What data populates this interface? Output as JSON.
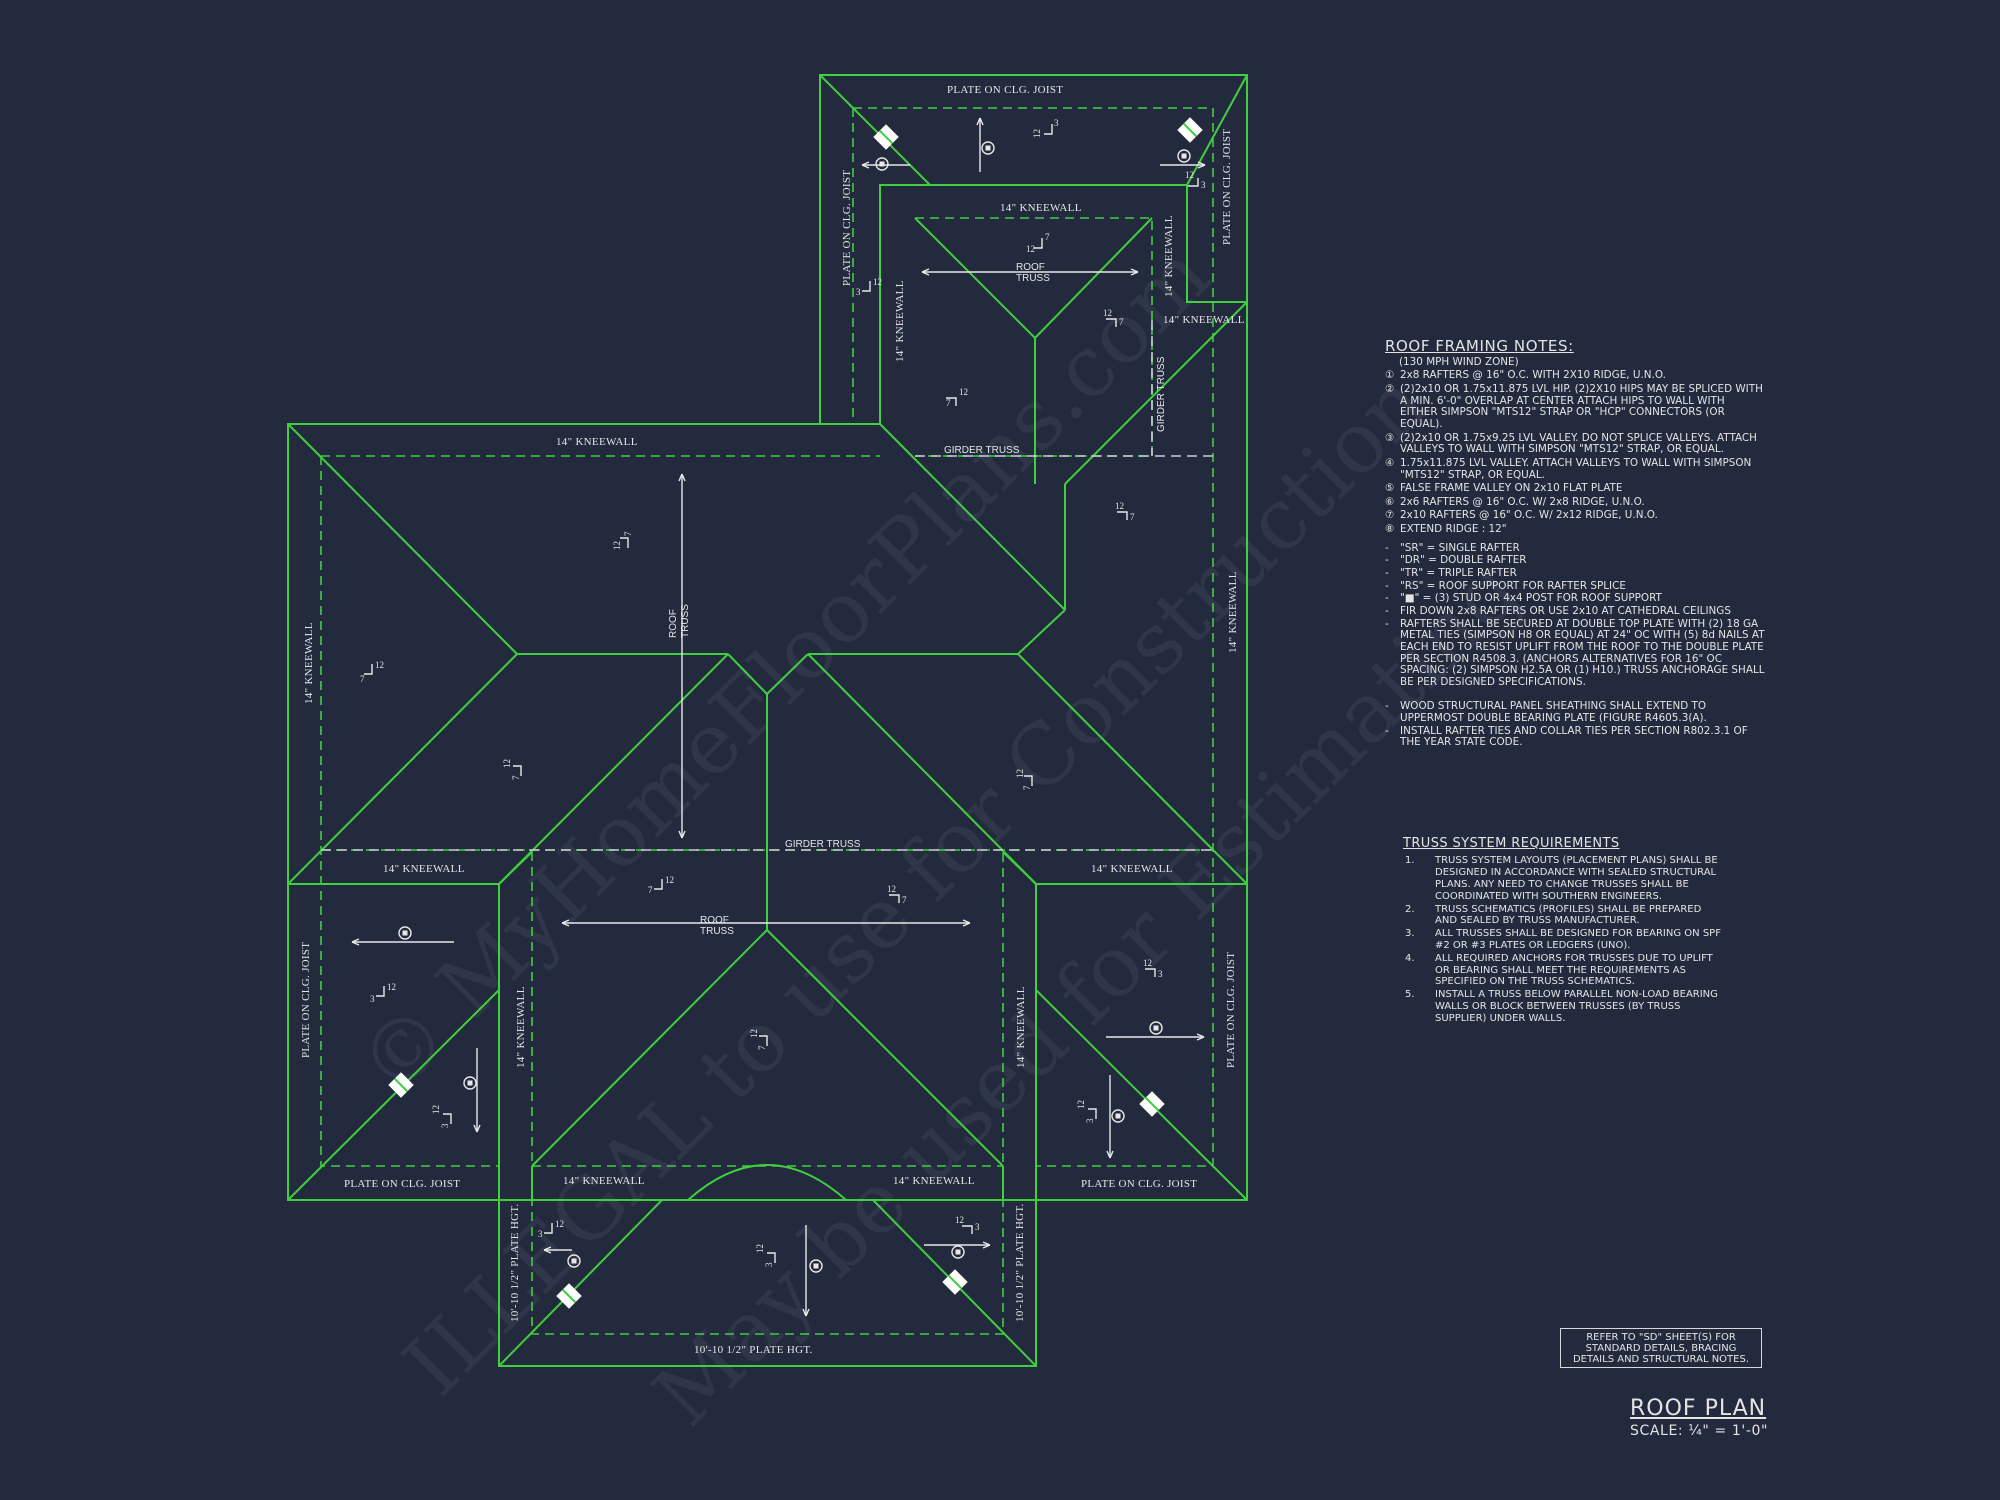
{
  "labels": {
    "plate_on_clg_joist": "PLATE ON CLG. JOIST",
    "kneewall": "14\" KNEEWALL",
    "roof_truss_line1": "ROOF",
    "roof_truss_line2": "TRUSS",
    "girder_truss": "GIRDER TRUSS",
    "plate_hgt": "10'-10 1/2\" PLATE HGT.",
    "pitch_12": "12",
    "pitch_7": "7",
    "pitch_3": "3"
  },
  "watermark": {
    "line1": "© MyHomeFloorPlans.com",
    "line2": "ILLEGAL to use for Construction",
    "line3": "May be used for Estimating"
  },
  "notes": {
    "title": "ROOF FRAMING NOTES:",
    "subtitle": "(130 MPH WIND ZONE)",
    "items": [
      {
        "num": "①",
        "text": "2x8 RAFTERS @ 16\" O.C. WITH 2X10 RIDGE, U.N.O."
      },
      {
        "num": "②",
        "text": "(2)2x10 OR 1.75x11.875 LVL HIP. (2)2X10 HIPS MAY BE SPLICED WITH A MIN. 6'-0\" OVERLAP AT CENTER ATTACH HIPS TO WALL WITH EITHER SIMPSON \"MTS12\" STRAP OR \"HCP\" CONNECTORS (OR EQUAL)."
      },
      {
        "num": "③",
        "text": "(2)2x10 OR 1.75x9.25 LVL VALLEY. DO NOT SPLICE VALLEYS. ATTACH VALLEYS TO WALL WITH SIMPSON \"MTS12\" STRAP, OR EQUAL."
      },
      {
        "num": "④",
        "text": "1.75x11.875 LVL VALLEY. ATTACH VALLEYS TO WALL WITH SIMPSON \"MTS12\" STRAP, OR EQUAL."
      },
      {
        "num": "⑤",
        "text": "FALSE FRAME VALLEY ON 2x10 FLAT PLATE"
      },
      {
        "num": "⑥",
        "text": "2x6 RAFTERS @ 16\" O.C. W/ 2x8 RIDGE, U.N.O."
      },
      {
        "num": "⑦",
        "text": "2x10 RAFTERS @ 16\" O.C. W/ 2x12 RIDGE, U.N.O."
      },
      {
        "num": "⑧",
        "text": "EXTEND RIDGE : 12\""
      }
    ],
    "defs": [
      "\"SR\" = SINGLE RAFTER",
      "\"DR\" = DOUBLE RAFTER",
      "\"TR\" = TRIPLE RAFTER",
      "\"RS\" = ROOF SUPPORT FOR RAFTER SPLICE",
      "\"■\" = (3) STUD OR 4x4 POST FOR ROOF SUPPORT",
      "FIR DOWN 2x8 RAFTERS OR USE 2x10 AT CATHEDRAL CEILINGS",
      "RAFTERS SHALL BE SECURED AT DOUBLE TOP PLATE WITH (2) 18 GA METAL TIES (SIMPSON H8 OR EQUAL) AT 24\" OC WITH (5) 8d NAILS AT EACH END TO RESIST UPLIFT FROM THE ROOF TO THE DOUBLE PLATE PER SECTION R4508.3. (ANCHORS ALTERNATIVES FOR 16\" OC SPACING: (2) SIMPSON H2.5A OR (1) H10.) TRUSS ANCHORAGE SHALL BE PER DESIGNED SPECIFICATIONS."
    ],
    "defs2": [
      "WOOD STRUCTURAL PANEL SHEATHING SHALL EXTEND TO UPPERMOST DOUBLE BEARING PLATE (FIGURE R4605.3(A).",
      "INSTALL RAFTER TIES AND COLLAR TIES PER SECTION R802.3.1 OF THE YEAR STATE CODE."
    ]
  },
  "truss": {
    "title": "TRUSS SYSTEM REQUIREMENTS",
    "items": [
      {
        "num": "1.",
        "text": "TRUSS SYSTEM LAYOUTS (PLACEMENT PLANS) SHALL BE DESIGNED IN ACCORDANCE WITH SEALED STRUCTURAL PLANS. ANY NEED TO CHANGE TRUSSES SHALL BE COORDINATED WITH SOUTHERN ENGINEERS."
      },
      {
        "num": "2.",
        "text": "TRUSS SCHEMATICS (PROFILES) SHALL BE PREPARED AND SEALED BY TRUSS MANUFACTURER."
      },
      {
        "num": "3.",
        "text": "ALL TRUSSES SHALL BE DESIGNED FOR BEARING ON SPF #2 OR #3 PLATES OR LEDGERS (UNO)."
      },
      {
        "num": "4.",
        "text": "ALL REQUIRED ANCHORS FOR TRUSSES DUE TO UPLIFT OR BEARING SHALL MEET THE REQUIREMENTS AS SPECIFIED ON THE TRUSS SCHEMATICS."
      },
      {
        "num": "5.",
        "text": "INSTALL A TRUSS BELOW PARALLEL NON-LOAD BEARING WALLS OR BLOCK BETWEEN TRUSSES (BY TRUSS SUPPLIER) UNDER WALLS."
      }
    ]
  },
  "refbox": {
    "line1": "REFER TO \"SD\" SHEET(S) FOR",
    "line2": "STANDARD DETAILS, BRACING",
    "line3": "DETAILS AND STRUCTURAL NOTES."
  },
  "sheet": {
    "title": "ROOF PLAN",
    "scale": "SCALE: ¼\" = 1'-0\""
  }
}
